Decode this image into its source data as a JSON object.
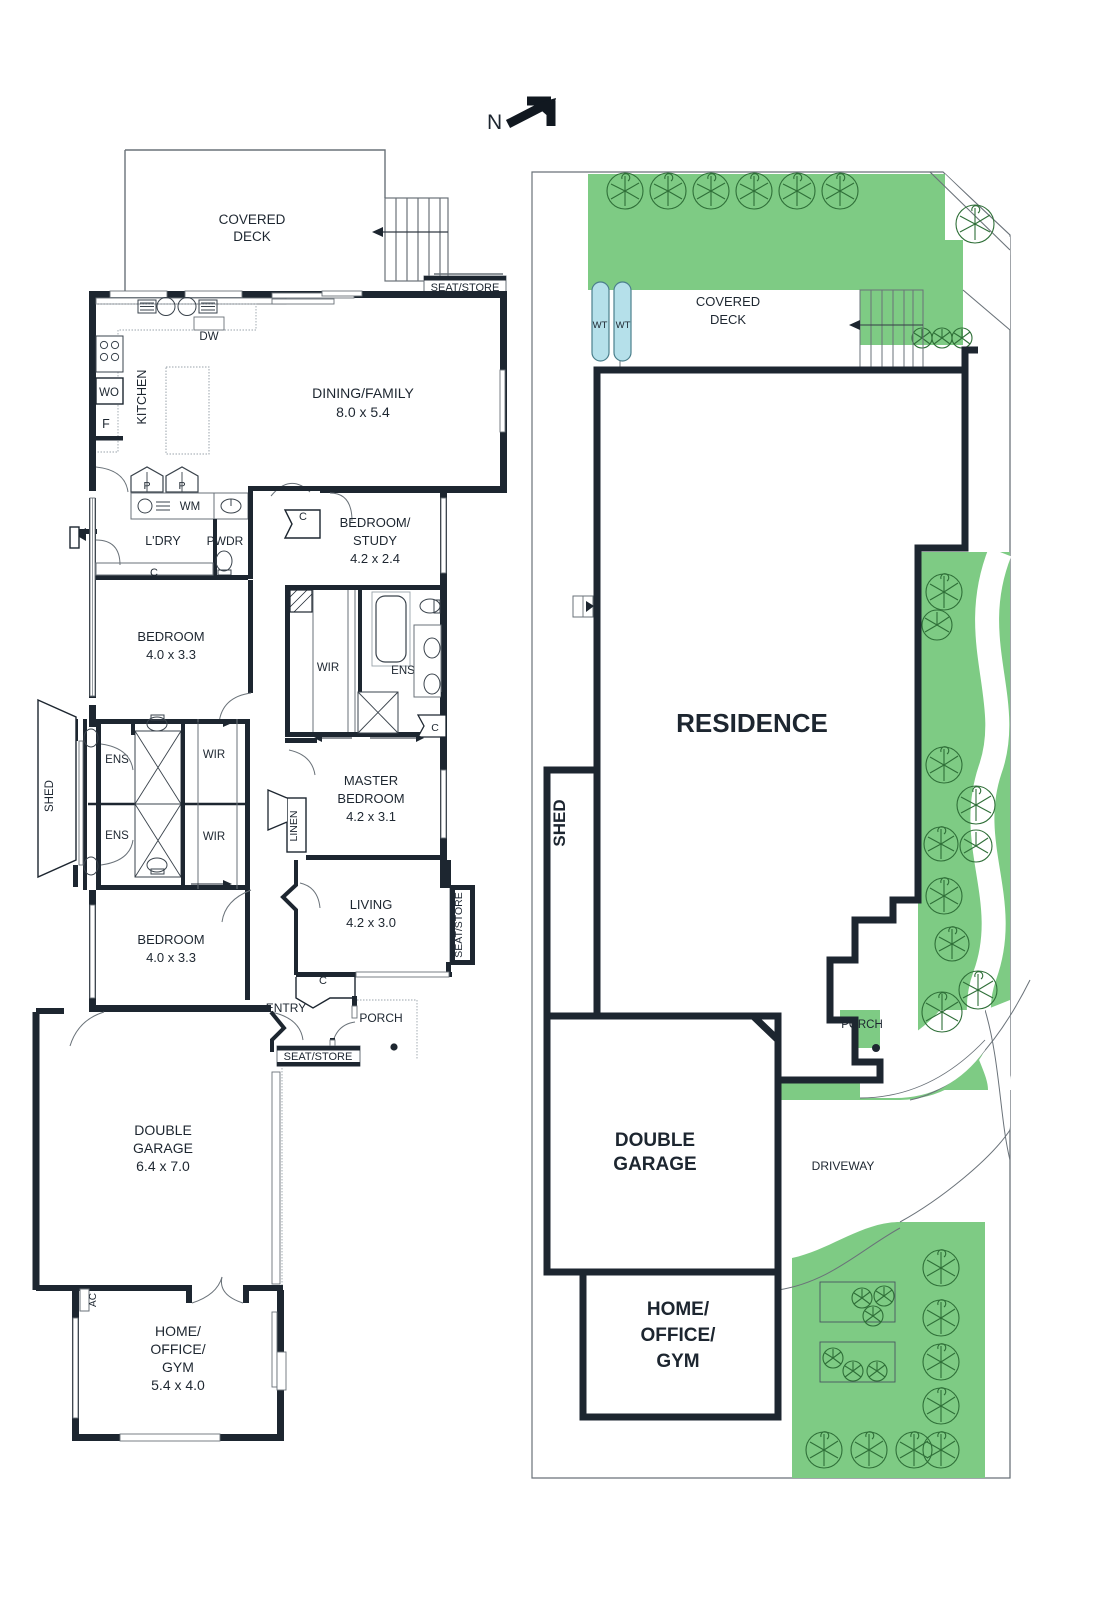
{
  "meta": {
    "doc_type": "architectural-floor-plan",
    "panels": [
      "floor-plan",
      "site-plan"
    ]
  },
  "compass": {
    "label": "N",
    "icon": "north-arrow-icon",
    "direction_deg": 45
  },
  "colors": {
    "wall": "#1d2630",
    "thin_line": "#55606b",
    "garden_green": "#7ecb84",
    "garden_stroke": "#3f9a4d",
    "water_tank": "#b5e0ea",
    "water_tank_stroke": "#4b7f8c",
    "boundary": "#6a7279",
    "text": "#1d2630",
    "background": "#ffffff"
  },
  "floor_plan": {
    "name": "floor-plan-panel",
    "rooms": [
      {
        "id": "covered-deck",
        "name": "COVERED DECK",
        "lines": [
          "COVERED",
          "DECK"
        ],
        "dims": null
      },
      {
        "id": "kitchen",
        "name": "KITCHEN",
        "lines": [
          "KITCHEN"
        ],
        "dims": null,
        "vertical": true
      },
      {
        "id": "dining-family",
        "name": "DINING/FAMILY",
        "lines": [
          "DINING/FAMILY"
        ],
        "dims": "8.0 x 5.4"
      },
      {
        "id": "bedroom-study",
        "name": "BEDROOM/STUDY",
        "lines": [
          "BEDROOM/",
          "STUDY"
        ],
        "dims": "4.2 x 2.4"
      },
      {
        "id": "laundry",
        "name": "L'DRY",
        "lines": [
          "L'DRY"
        ],
        "dims": null
      },
      {
        "id": "powder-room",
        "name": "PWDR",
        "lines": [
          "PWDR"
        ],
        "dims": null
      },
      {
        "id": "bedroom-2",
        "name": "BEDROOM",
        "lines": [
          "BEDROOM"
        ],
        "dims": "4.0 x 3.3"
      },
      {
        "id": "bedroom-3",
        "name": "BEDROOM",
        "lines": [
          "BEDROOM"
        ],
        "dims": "4.0 x 3.3"
      },
      {
        "id": "master-bedroom",
        "name": "MASTER BEDROOM",
        "lines": [
          "MASTER",
          "BEDROOM"
        ],
        "dims": "4.2 x 3.1"
      },
      {
        "id": "living",
        "name": "LIVING",
        "lines": [
          "LIVING"
        ],
        "dims": "4.2 x 3.0"
      },
      {
        "id": "double-garage",
        "name": "DOUBLE GARAGE",
        "lines": [
          "DOUBLE",
          "GARAGE"
        ],
        "dims": "6.4 x 7.0"
      },
      {
        "id": "home-office-gym",
        "name": "HOME/OFFICE/GYM",
        "lines": [
          "HOME/",
          "OFFICE/",
          "GYM"
        ],
        "dims": "5.4 x 4.0"
      },
      {
        "id": "entry",
        "name": "ENTRY",
        "lines": [
          "ENTRY"
        ],
        "dims": null
      },
      {
        "id": "porch",
        "name": "PORCH",
        "lines": [
          "PORCH"
        ],
        "dims": null
      },
      {
        "id": "shed",
        "name": "SHED",
        "lines": [
          "SHED"
        ],
        "dims": null,
        "vertical": true
      }
    ],
    "annotations": {
      "seat_store_top": "SEAT/STORE",
      "seat_store_living": "SEAT/STORE",
      "seat_store_entry": "SEAT/STORE",
      "dishwasher": "DW",
      "wall_oven": "WO",
      "fridge": "F",
      "washing_machine": "WM",
      "pantry_left": "P",
      "pantry_right": "P",
      "cupboard_ldry": "C",
      "cupboard_study": "C",
      "cupboard_master": "C",
      "cupboard_living": "C",
      "linen": "LINEN",
      "wir_master": "WIR",
      "ens_master": "ENS",
      "ens_upper": "ENS",
      "wir_upper": "WIR",
      "ens_lower": "ENS",
      "wir_lower": "WIR",
      "air_con": "AC"
    }
  },
  "site_plan": {
    "name": "site-plan-panel",
    "labels": {
      "residence": "RESIDENCE",
      "covered_deck": [
        "COVERED",
        "DECK"
      ],
      "shed": "SHED",
      "double_garage": [
        "DOUBLE",
        "GARAGE"
      ],
      "home_office_gym": [
        "HOME/",
        "OFFICE/",
        "GYM"
      ],
      "driveway": "DRIVEWAY",
      "porch": "PORCH",
      "water_tank_1": "WT",
      "water_tank_2": "WT"
    }
  }
}
